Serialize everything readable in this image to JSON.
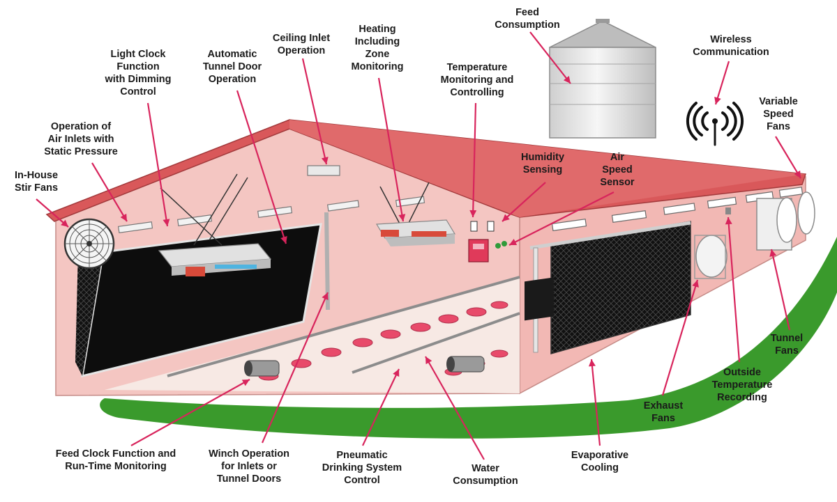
{
  "labels": {
    "feed_consumption": [
      "Feed",
      "Consumption"
    ],
    "wireless": [
      "Wireless",
      "Communication"
    ],
    "ceiling_inlet": [
      "Ceiling Inlet",
      "Operation"
    ],
    "heating": [
      "Heating",
      "Including",
      "Zone",
      "Monitoring"
    ],
    "temperature": [
      "Temperature",
      "Monitoring and",
      "Controlling"
    ],
    "light_clock": [
      "Light Clock",
      "Function",
      "with Dimming",
      "Control"
    ],
    "tunnel_door": [
      "Automatic",
      "Tunnel Door",
      "Operation"
    ],
    "air_inlets": [
      "Operation of",
      "Air Inlets with",
      "Static Pressure"
    ],
    "stir_fans": [
      "In-House",
      "Stir Fans"
    ],
    "humidity": [
      "Humidity",
      "Sensing"
    ],
    "air_speed": [
      "Air",
      "Speed",
      "Sensor"
    ],
    "variable_fans": [
      "Variable",
      "Speed",
      "Fans"
    ],
    "tunnel_fans": [
      "Tunnel",
      "Fans"
    ],
    "outside_temp": [
      "Outside",
      "Temperature",
      "Recording"
    ],
    "exhaust_fans": [
      "Exhaust",
      "Fans"
    ],
    "evaporative": [
      "Evaporative",
      "Cooling"
    ],
    "water": [
      "Water",
      "Consumption"
    ],
    "pneumatic": [
      "Pneumatic",
      "Drinking System",
      "Control"
    ],
    "winch": [
      "Winch Operation",
      "for Inlets or",
      "Tunnel Doors"
    ],
    "feed_clock": [
      "Feed Clock Function and",
      "Run-Time Monitoring"
    ]
  },
  "colors": {
    "accent": "#d8245c",
    "roof": "#d9585a",
    "wall": "#f2b8b4",
    "grass": "#3a9a2c",
    "panel": "#0d0d0d"
  }
}
